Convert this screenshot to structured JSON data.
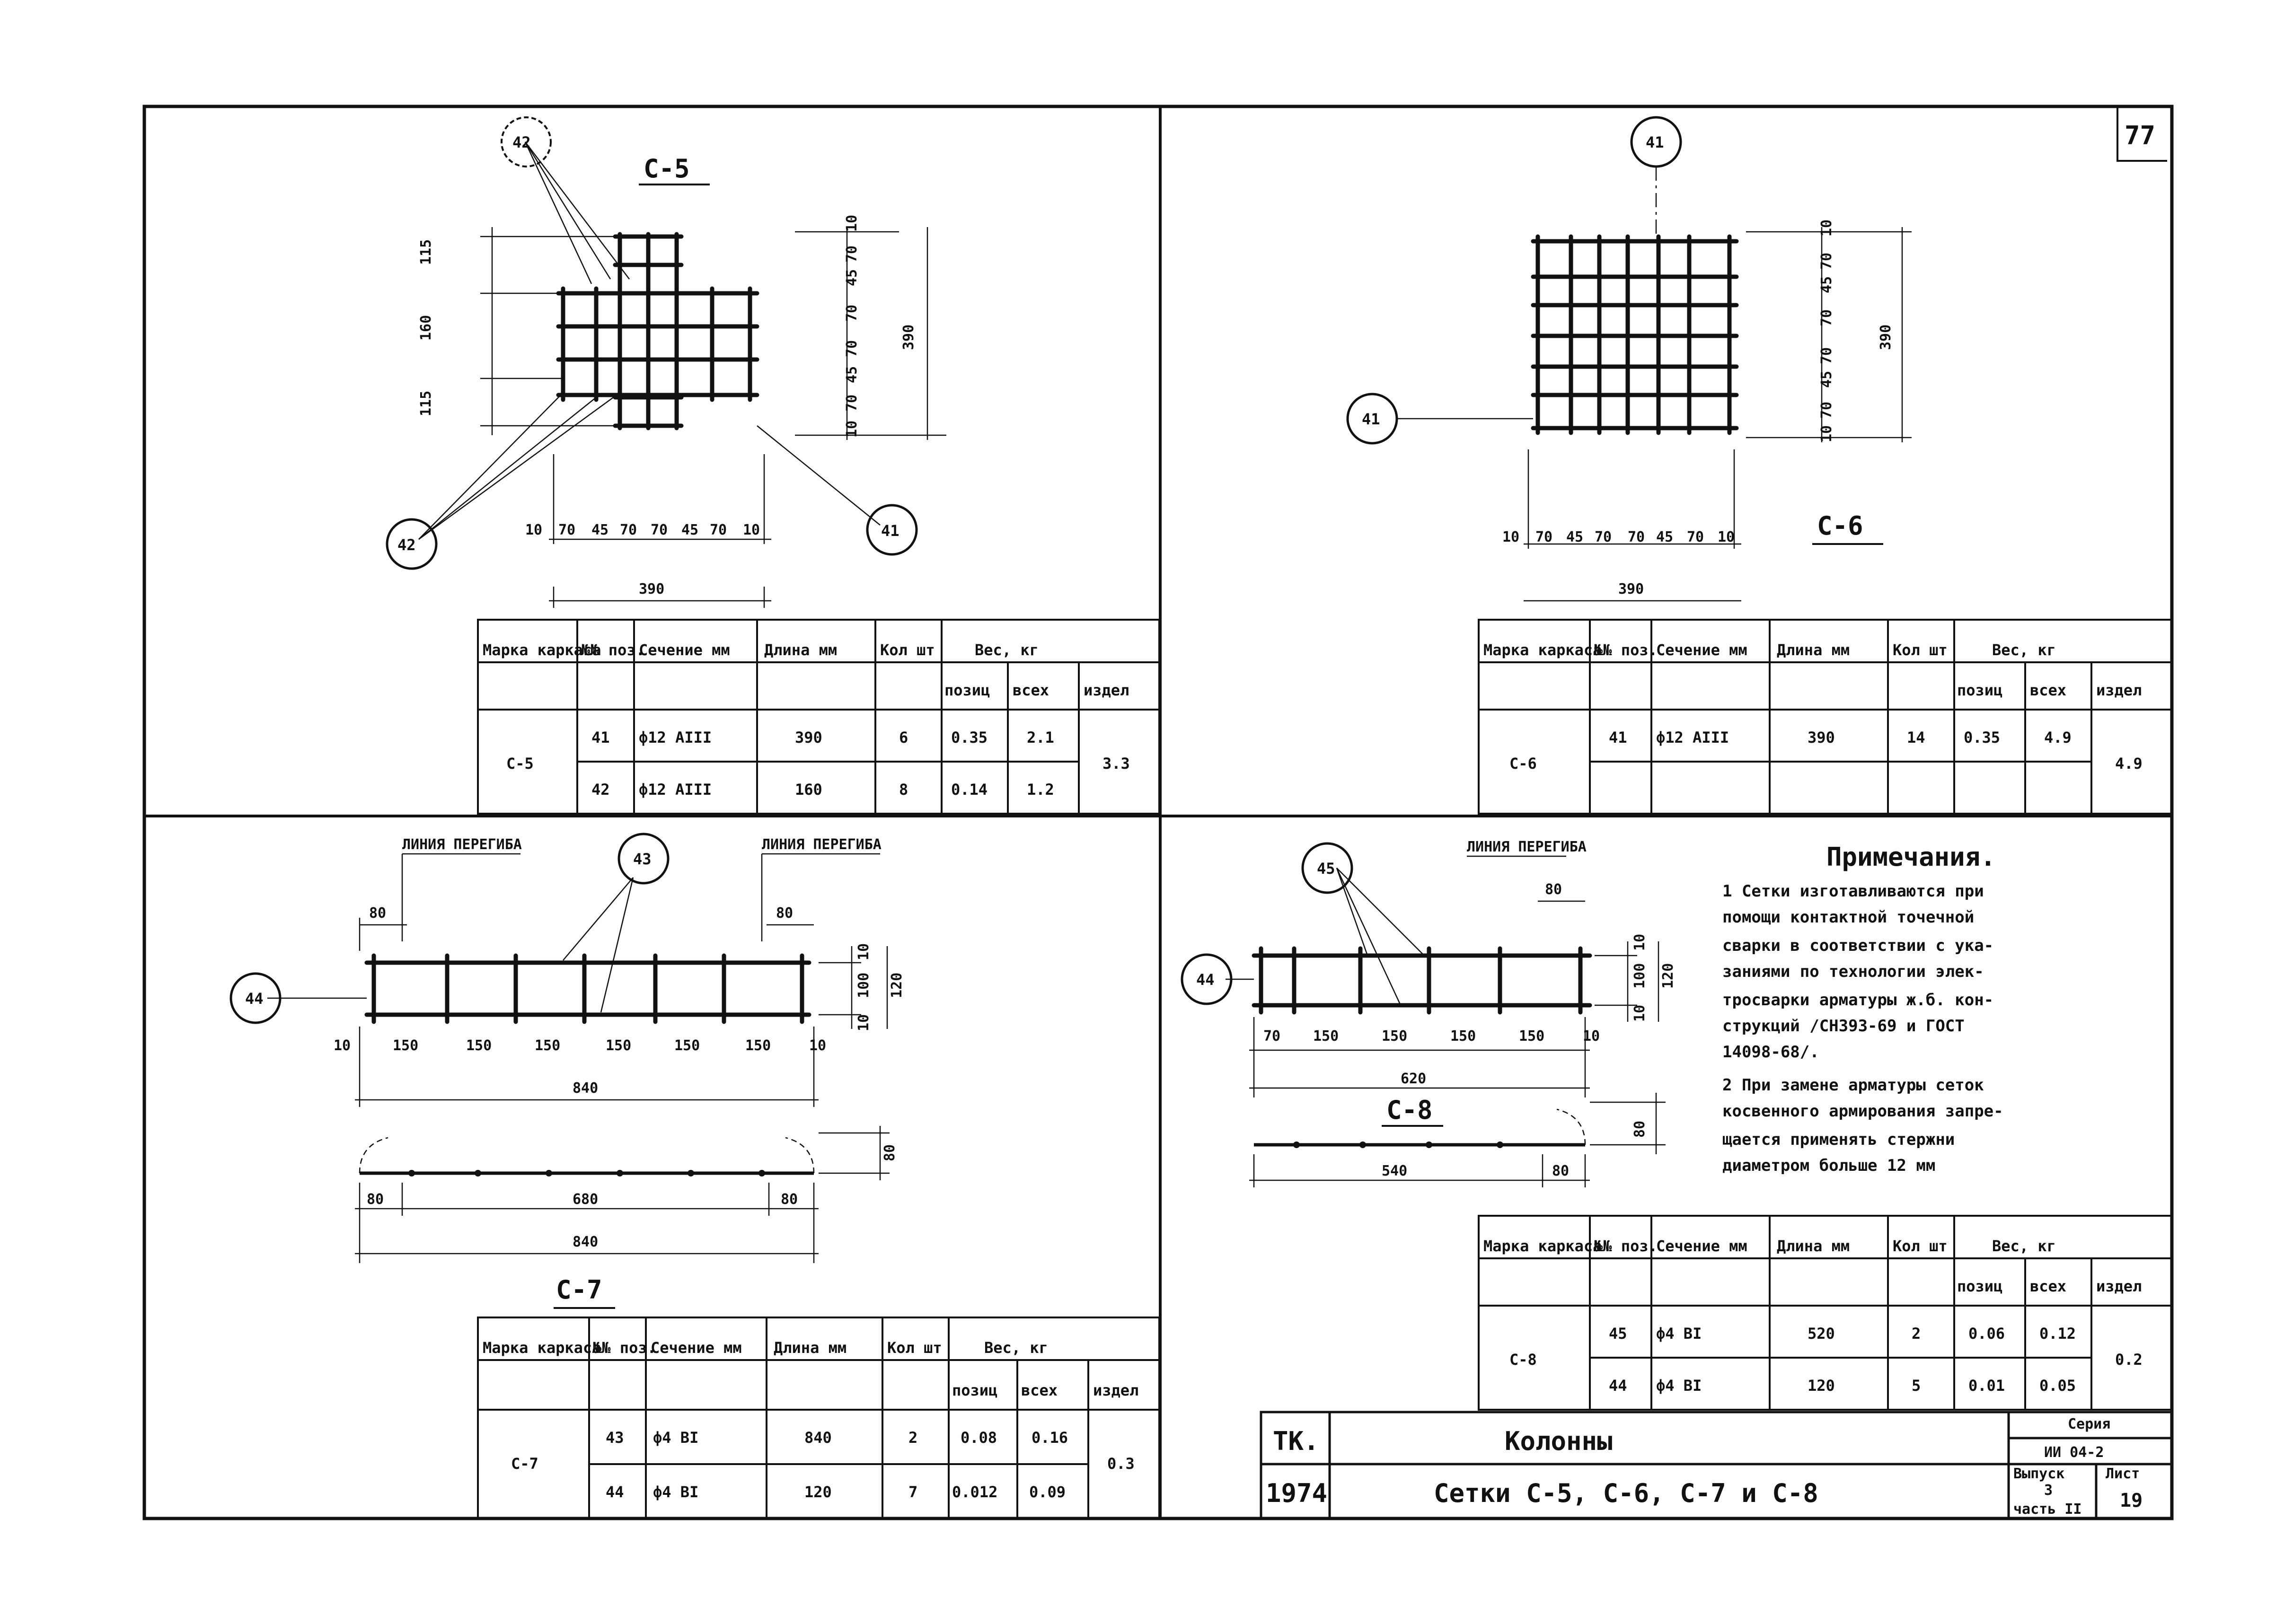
{
  "sheet_number": "77",
  "marks": {
    "c5": "С-5",
    "c6": "С-6",
    "c7": "С-7",
    "c8": "С-8"
  },
  "c5": {
    "pos_top": "42",
    "pos_left": "42",
    "pos_right": "41",
    "vdims_left": [
      "115",
      "160",
      "115"
    ],
    "vdims_right": [
      "10",
      "70",
      "45",
      "70",
      "70",
      "45",
      "70",
      "10"
    ],
    "vdim_total": "390",
    "hdims": [
      "10",
      "70",
      "45",
      "70",
      "70",
      "45",
      "70",
      "10"
    ],
    "hdim_total": "390"
  },
  "c6": {
    "pos_top": "41",
    "pos_left": "41",
    "vdims": [
      "10",
      "70",
      "45",
      "70",
      "70",
      "45",
      "70",
      "10"
    ],
    "vdim_total": "390",
    "hdims": [
      "10",
      "70",
      "45",
      "70",
      "70",
      "45",
      "70",
      "10"
    ],
    "hdim_total": "390"
  },
  "c7": {
    "bend_left": "ЛИНИЯ ПЕРЕГИБА",
    "bend_right": "ЛИНИЯ ПЕРЕГИБА",
    "pos_top": "43",
    "pos_left": "44",
    "off_left": "80",
    "off_right": "80",
    "hdims": [
      "10",
      "150",
      "150",
      "150",
      "150",
      "150",
      "150",
      "10"
    ],
    "hdim_total": "840",
    "vdims": [
      "10",
      "100",
      "10"
    ],
    "vdim_total": "120",
    "bend_height": "80",
    "bottom_dims": [
      "80",
      "680",
      "80"
    ],
    "bottom_total": "840"
  },
  "c8": {
    "bend": "ЛИНИЯ ПЕРЕГИБА",
    "pos_top": "45",
    "pos_left": "44",
    "off_right": "80",
    "hdims": [
      "70",
      "150",
      "150",
      "150",
      "150",
      "10"
    ],
    "hdim_total": "620",
    "vdims": [
      "10",
      "100",
      "10"
    ],
    "vdim_total": "120",
    "bend_height": "80",
    "bottom_dims": [
      "540",
      "80"
    ]
  },
  "notes": {
    "title": "Примечания.",
    "lines": [
      "1 Сетки изготавливаются при",
      "помощи контактной точечной",
      "сварки в соответствии с ука-",
      "заниями по технологии элек-",
      "тросварки арматуры ж.б. кон-",
      "струкций /СН393-69 и ГОСТ",
      "14098-68/.",
      "2 При замене арматуры сеток",
      "косвенного армирования запре-",
      "щается применять стержни",
      "диаметром больше 12 мм"
    ]
  },
  "tables": {
    "headers": {
      "h1": "Марка каркаса",
      "h2": "№№ поз.",
      "h3": "Сечение мм",
      "h4": "Длина мм",
      "h5": "Кол шт",
      "h6": "Вес, кг",
      "h7": "позиц",
      "h8": "всех",
      "h9": "издел"
    },
    "c5": {
      "mark": "С-5",
      "rows": [
        [
          "41",
          "ф12 АIII",
          "390",
          "6",
          "0.35",
          "2.1"
        ],
        [
          "42",
          "ф12 АIII",
          "160",
          "8",
          "0.14",
          "1.2"
        ]
      ],
      "total": "3.3"
    },
    "c6": {
      "mark": "С-6",
      "rows": [
        [
          "41",
          "ф12 АIII",
          "390",
          "14",
          "0.35",
          "4.9"
        ]
      ],
      "total": "4.9"
    },
    "c7": {
      "mark": "С-7",
      "rows": [
        [
          "43",
          "ф4 ВI",
          "840",
          "2",
          "0.08",
          "0.16"
        ],
        [
          "44",
          "ф4 ВI",
          "120",
          "7",
          "0.012",
          "0.09"
        ]
      ],
      "total": "0.3"
    },
    "c8": {
      "mark": "С-8",
      "rows": [
        [
          "45",
          "ф4 ВI",
          "520",
          "2",
          "0.06",
          "0.12"
        ],
        [
          "44",
          "ф4 ВI",
          "120",
          "5",
          "0.01",
          "0.05"
        ]
      ],
      "total": "0.2"
    }
  },
  "title_block": {
    "org": "ТК.",
    "year": "1974",
    "title": "Колонны",
    "subtitle": "Сетки С-5, С-6, С-7 и С-8",
    "series_label": "Серия",
    "series": "ИИ 04-2",
    "issue_label": "Выпуск",
    "issue": "3",
    "part": "часть II",
    "sheet_label": "Лист",
    "sheet": "19"
  }
}
